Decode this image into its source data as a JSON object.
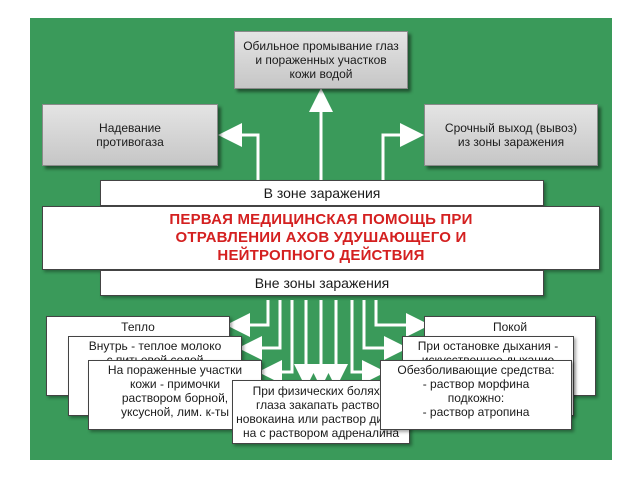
{
  "top": {
    "rinse": "Обильное промывание глаз\nи пораженных участков\nкожи водой",
    "gasmask": "Надевание\nпротивогаза",
    "exit": "Срочный выход (вывоз)\nиз зоны заражения"
  },
  "center": {
    "in_zone": "В зоне заражения",
    "title": "ПЕРВАЯ МЕДИЦИНСКАЯ ПОМОЩЬ ПРИ\nОТРАВЛЕНИИ АХОВ УДУШАЮЩЕГО И\nНЕЙТРОПНОГО ДЕЙСТВИЯ",
    "out_zone": "Вне зоны заражения"
  },
  "bottom": {
    "warmth": "Тепло",
    "milk": "Внутрь - теплое молоко\nс питьевой содой",
    "skin": "На пораженные участки\nкожи - примочки\nраствором борной,\nуксусной, лим. к-ты",
    "pain_eyes": "При физических болях в\nглаза закапать раствор\nновокаина или раствор дикаи-\nна с раствором адреналина",
    "rest": "Покой",
    "breathing": "При остановке дыхания -\nискусственное дыхание",
    "analgesics": "Обезболивающие средства:\n- раствор морфина\nподкожно:\n- раствор атропина"
  }
}
